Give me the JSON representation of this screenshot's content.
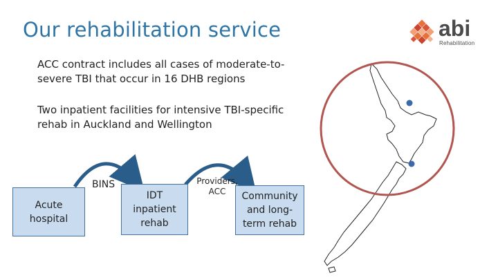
{
  "slide": {
    "title": "Our rehabilitation service",
    "logo": {
      "word": "abi",
      "sub": "Rehabilitation"
    },
    "paragraph_1": "ACC contract includes all cases of moderate-to-severe TBI that occur in 16  DHB regions",
    "paragraph_2": "Two inpatient facilities for intensive TBI-specific rehab in Auckland and Wellington"
  },
  "flow": {
    "boxes": [
      "Acute hospital",
      "IDT inpatient rehab",
      "Community and long-term rehab"
    ],
    "arrow_labels": [
      "BINS",
      "Providers, ACC"
    ]
  },
  "colors": {
    "title": "#2e75a6",
    "box_fill": "#c9dcef",
    "box_border": "#41719c",
    "arrow": "#2b5d8a",
    "circle": "#b0554f",
    "logo_orange": "#e8703a",
    "logo_text": "#4a4a4a"
  },
  "icons": {
    "logo": "diamond-grid-logo-icon",
    "map": "new-zealand-map-icon",
    "location": "location-dot-icon"
  }
}
